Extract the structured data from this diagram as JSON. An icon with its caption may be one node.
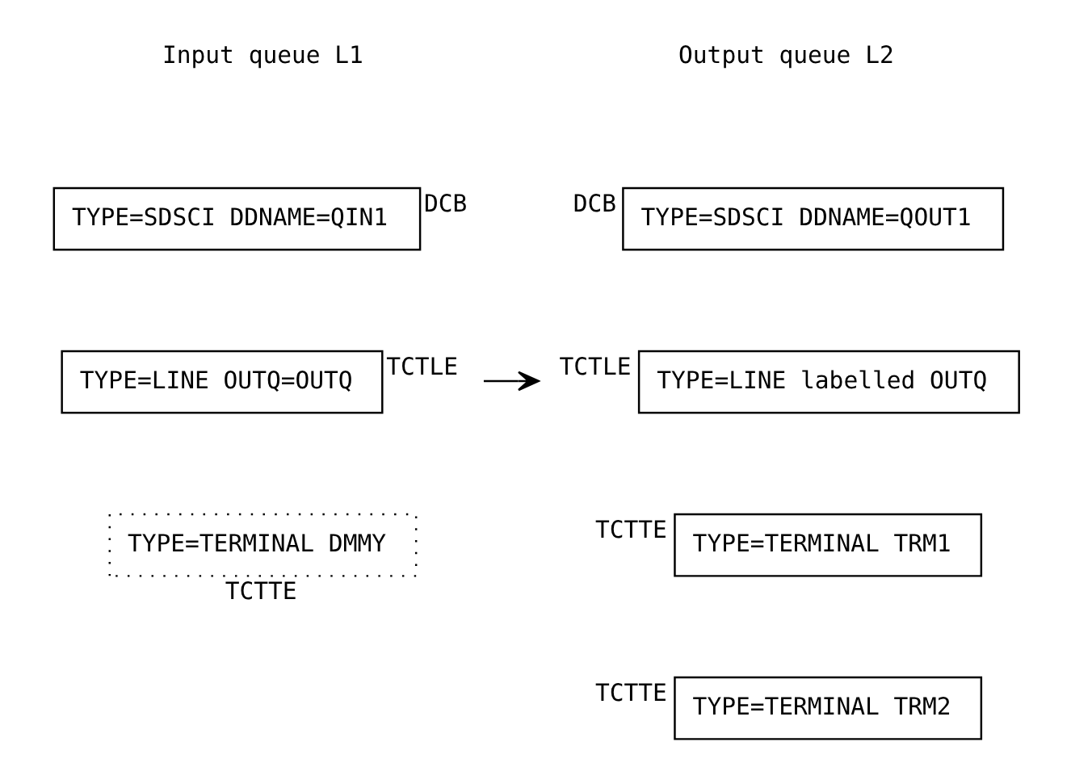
{
  "diagram": {
    "nodes": [
      {
        "text": [
          "TYPE=SDSCI DDNAME=QIN1"
        ],
        "beside": [
          "DCB"
        ]
      },
      {
        "text": [
          "TYPE=LINE OUTQ=OUTQ"
        ],
        "beside": [
          "TCTLE"
        ]
      },
      {
        "text": [
          "TYPE=TERMINAL DMMY"
        ],
        "beside": [
          "TCTTE"
        ]
      },
      {
        "text": [
          "TYPE=SDSCI DDNAME=QOUT1"
        ],
        "beside": [
          "DCB"
        ]
      },
      {
        "text": [
          "TYPE=LINE labelled OUTQ"
        ],
        "beside": [
          "TCTLE"
        ]
      },
      {
        "text": [
          "TYPE=TERMINAL TRM1"
        ],
        "beside": [
          "TCTTE"
        ]
      },
      {
        "text": [
          "TYPE=TERMINAL TRM2"
        ],
        "beside": [
          "TCTTE"
        ]
      }
    ],
    "edges": [
      {
        "from": 1,
        "to": 4,
        "arrow": "to"
      }
    ],
    "labels": [
      "Input queue L1",
      "Output queue L2"
    ]
  }
}
